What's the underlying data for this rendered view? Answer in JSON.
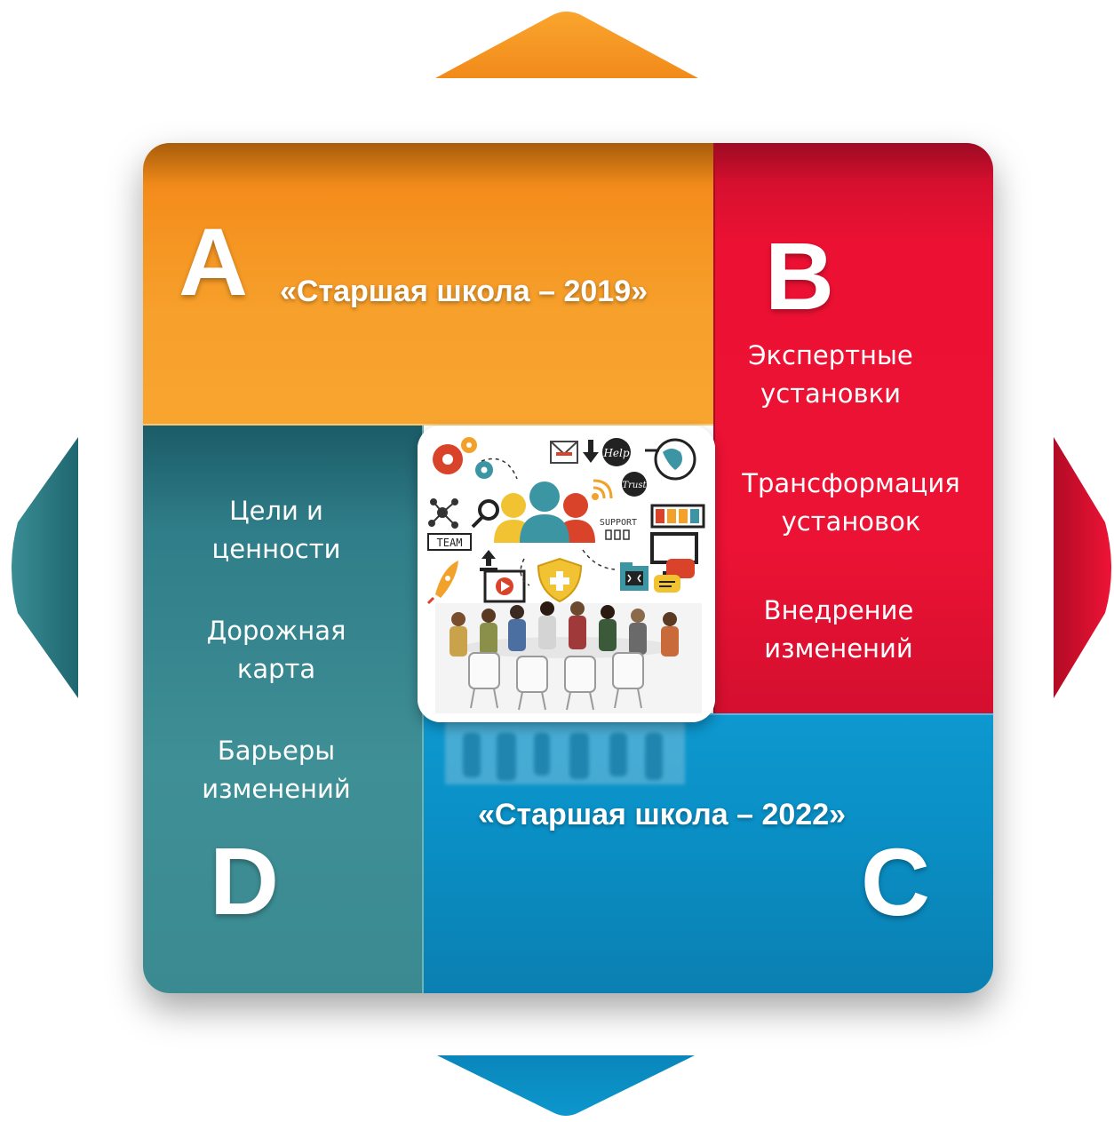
{
  "colors": {
    "orange": "#f7a02b",
    "red": "#ec1234",
    "teal": "#3f8f96",
    "blue": "#0a90c6",
    "title_red": "#e0081f"
  },
  "quadrants": {
    "a": {
      "letter": "A",
      "title": "«Старшая школа – 2019»"
    },
    "b": {
      "letter": "B",
      "items": [
        [
          "Экспертные",
          "установки"
        ],
        [
          "Трансформация",
          "установок"
        ],
        [
          "Внедрение",
          "изменений"
        ]
      ]
    },
    "c": {
      "letter": "C",
      "title": "«Старшая школа – 2022»"
    },
    "d": {
      "letter": "D",
      "items": [
        [
          "Цели и",
          "ценности"
        ],
        [
          "Дорожная",
          "карта"
        ],
        [
          "Барьеры",
          "изменений"
        ]
      ]
    }
  },
  "center_image": {
    "labels": {
      "team": "TEAM",
      "support": "SUPPORT",
      "help": "Help",
      "trust": "Trust"
    }
  },
  "arrows": [
    "up",
    "right",
    "down",
    "left"
  ]
}
